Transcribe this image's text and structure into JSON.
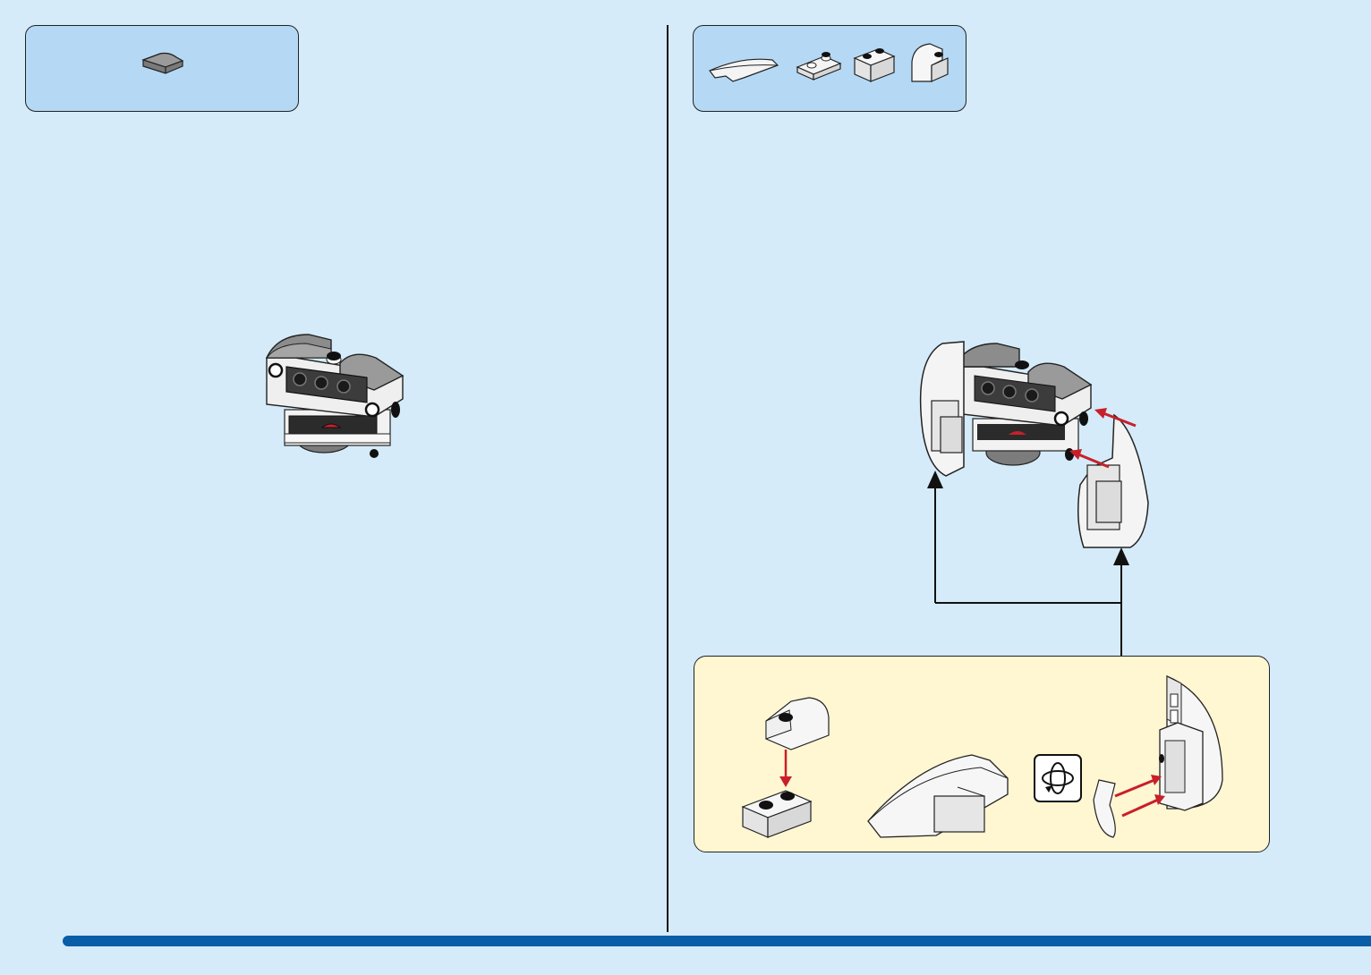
{
  "left_page": {
    "parts_callout": {
      "parts": [
        {
          "icon": "curved-slope-brick-icon",
          "color": "#8a8a8a"
        }
      ]
    },
    "model_icon": "head-assembly-icon"
  },
  "right_page": {
    "parts_callout": {
      "parts": [
        {
          "icon": "long-curved-slope-icon",
          "color": "#f4f4f4"
        },
        {
          "icon": "jumper-plate-icon",
          "color": "#f4f4f4"
        },
        {
          "icon": "brick-1x2-icon",
          "color": "#f4f4f4"
        },
        {
          "icon": "curved-brick-icon",
          "color": "#f4f4f4"
        }
      ]
    },
    "model_icon": "head-with-side-panels-icon",
    "subassembly": {
      "steps": [
        "stack-bricks-step",
        "slope-panel-step",
        "rotate-and-attach-step"
      ],
      "rotate_icon": "rotate-model-icon"
    }
  },
  "colors": {
    "background": "#d5ebf9",
    "parts_box": "#b5d9f4",
    "subassembly_box": "#fff6d2",
    "accent_bar": "#0a5ea8",
    "arrow_red": "#c8202a"
  },
  "page_number": ""
}
